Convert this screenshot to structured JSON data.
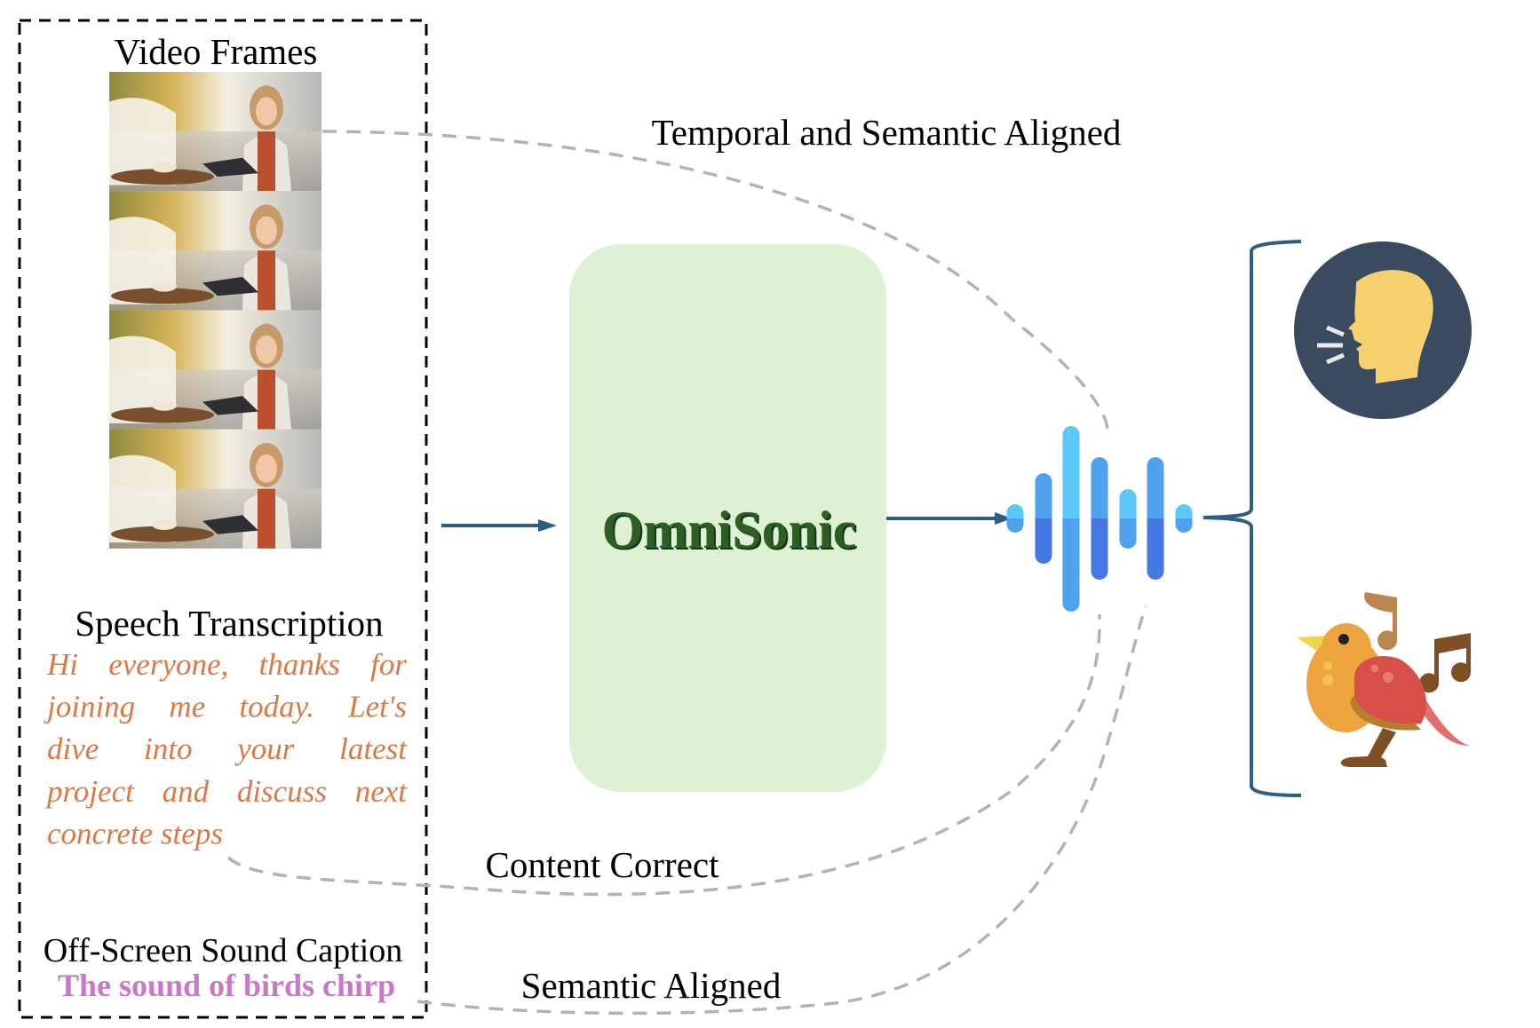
{
  "colors": {
    "transcript": "#d97a45",
    "caption": "#c878c8",
    "model_box": "#dff1d4",
    "model_text": "#2d5e22",
    "model_text_shadow": "#15351a",
    "arrow": "#2e5f82",
    "dashed_connector": "#b3b3b3",
    "wave_light": "#5bc8f7",
    "wave_mid": "#4ea2ee",
    "wave_dark": "#4678e4",
    "speaker_circle": "#3a4b5f",
    "speaker_head": "#f7d16d",
    "speaker_lines": "#e6e8ec"
  },
  "inputs": {
    "video_frames_title": "Video Frames",
    "frame_count": 4,
    "speech_title": "Speech Transcription",
    "speech_lines": [
      "Hi everyone, thanks for",
      "joining me today. Let's",
      "dive into your latest",
      "project and discuss next",
      "concrete steps"
    ],
    "caption_title": "Off-Screen Sound Caption",
    "caption_text": "The sound of birds chirp"
  },
  "model": {
    "name": "OmniSonic"
  },
  "connectors": {
    "top_label": "Temporal and Semantic Aligned",
    "middle_label": "Content Correct",
    "bottom_label": "Semantic Aligned"
  },
  "outputs": {
    "icons": [
      "speaking-head-icon",
      "singing-bird-icon"
    ]
  }
}
